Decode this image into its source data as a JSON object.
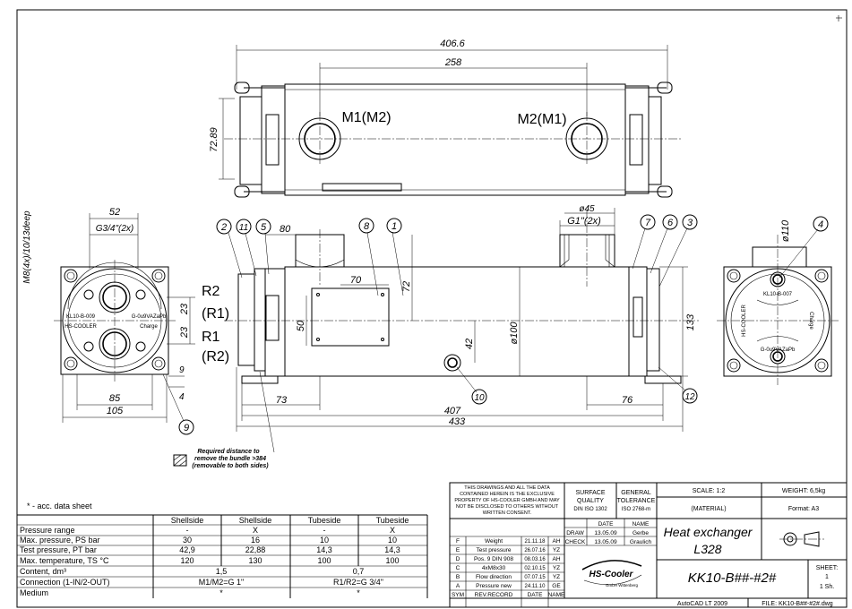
{
  "top_view": {
    "overall_length": "406.6",
    "nozzle_spacing": "258",
    "height": "72.89",
    "nozzle_left": "M1(M2)",
    "nozzle_right": "M2(M1)"
  },
  "left_view": {
    "dim_top_width": "52",
    "thread_label": "G3/4\"(2x)",
    "side_label": "M8(4x)/10/13deep",
    "dim_23_a": "23",
    "dim_23_b": "23",
    "dim_85": "85",
    "dim_105": "105",
    "dim_9": "9",
    "dim_4": "4",
    "plate_label_1": "KL10-B-009",
    "plate_label_2": "G-0u9VAZaPb",
    "plate_label_3": "HS-COOLER",
    "plate_label_4": "Charge",
    "port_r2": "R2",
    "port_r2_alt": "(R1)",
    "port_r1": "R1",
    "port_r1_alt": "(R2)"
  },
  "front_view": {
    "dim_80": "80",
    "dim_70": "70",
    "dim_72": "72",
    "dim_50": "50",
    "dim_42": "42",
    "dim_phi100": "ø100",
    "dim_phi45": "ø45",
    "nozzle_thread": "G1\"(2x)",
    "dim_133": "133",
    "dim_73": "73",
    "dim_76": "76",
    "dim_407": "407",
    "dim_433": "433",
    "note_line1": "Required distance to",
    "note_line2": "remove the bundle >384",
    "note_line3": "(removable to both sides)"
  },
  "right_view": {
    "dim_phi110": "ø110",
    "plate_label_1": "KL10-B-007",
    "plate_label_2": "G-0u9VAZaPb",
    "plate_label_3": "HS-COOLER",
    "plate_label_4": "Charge"
  },
  "balloons": [
    "1",
    "2",
    "3",
    "4",
    "5",
    "6",
    "7",
    "8",
    "9",
    "10",
    "11",
    "12"
  ],
  "footnote": "* - acc. data sheet",
  "spec_table": {
    "headers": [
      "",
      "Shellside",
      "Shellside",
      "Tubeside",
      "Tubeside"
    ],
    "rows": [
      {
        "label": "Pressure range",
        "v1": "-",
        "v2": "X",
        "v3": "-",
        "v4": "X"
      },
      {
        "label": "Max. pressure, PS bar",
        "v1": "30",
        "v2": "16",
        "v3": "10",
        "v4": "10"
      },
      {
        "label": "Test pressure, PT bar",
        "v1": "42,9",
        "v2": "22,88",
        "v3": "14,3",
        "v4": "14,3"
      },
      {
        "label": "Max. temperature, TS °C",
        "v1": "120",
        "v2": "130",
        "v3": "100",
        "v4": "100"
      }
    ],
    "content_label": "Content, dm³",
    "content_shell": "1,5",
    "content_tube": "0,7",
    "connection_label": "Connection (1-IN/2-OUT)",
    "connection_shell": "M1/M2=G 1\"",
    "connection_tube": "R1/R2=G 3/4\"",
    "medium_label": "Medium",
    "medium_shell": "*",
    "medium_tube": "*"
  },
  "title_block": {
    "notice": [
      "THIS DRAWINGS AND ALL THE DATA",
      "CONTAINED HEREIN IS THE EXCLUSIVE",
      "PROPERTY OF HS-COOLER GMBH AND MAY",
      "NOT BE DISCLOSED TO OTHERS WITHOUT",
      "WRITTEN CONSENT."
    ],
    "surface_quality": [
      "SURFACE",
      "QUALITY",
      "DIN ISO 1302"
    ],
    "general_tolerance": [
      "GENERAL",
      "TOLERANCE",
      "ISO 2768-m"
    ],
    "scale": "SCALE: 1:2",
    "weight": "WEIGHT: 6,5kg",
    "material": "(MATERIAL)",
    "format": "Format: A3",
    "date_head": "DATE",
    "name_head": "NAME",
    "draw_label": "DRAW",
    "draw_date": "13.05.09",
    "draw_name": "Gerbe",
    "check_label": "CHECK",
    "check_date": "13.05.09",
    "check_name": "Graulich",
    "title_line1": "Heat exchanger",
    "title_line2": "L328",
    "part_number": "KK10-B##-#2#",
    "sheet_label": "SHEET:",
    "sheet_num": "1",
    "sheet_total": "1 Sh.",
    "software": "AutoCAD LT 2009",
    "file": "FILE: KK10-B##-#2#.dwg",
    "logo": "HS-Cooler",
    "logo_sub": "GmbH Wittenberg",
    "revisions": [
      {
        "sym": "F",
        "rec": "Weight",
        "date": "21.11.18",
        "name": "AH"
      },
      {
        "sym": "E",
        "rec": "Test pressure",
        "date": "26.07.16",
        "name": "YZ"
      },
      {
        "sym": "D",
        "rec": "Pos. 9 DIN 908",
        "date": "08.03.16",
        "name": "AH"
      },
      {
        "sym": "C",
        "rec": "4xM8x30",
        "date": "02.10.15",
        "name": "YZ"
      },
      {
        "sym": "B",
        "rec": "Flow direction",
        "date": "07.07.15",
        "name": "YZ"
      },
      {
        "sym": "A",
        "rec": "Pressure new",
        "date": "24.11.10",
        "name": "GE"
      }
    ],
    "rev_head_sym": "SYM",
    "rev_head_rec": "REV.RECORD",
    "rev_head_date": "DATE",
    "rev_head_name": "NAME"
  }
}
